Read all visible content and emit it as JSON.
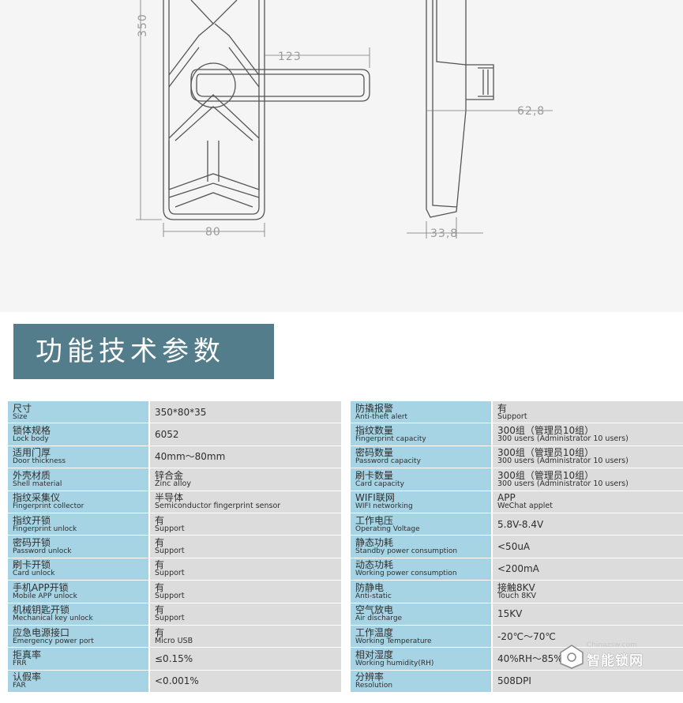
{
  "drawing": {
    "dim_height": "350",
    "dim_handle": "123",
    "dim_width": "80",
    "dim_depth": "62,8",
    "dim_side": "33,8"
  },
  "section_title": "功能技术参数",
  "left_table": [
    {
      "label_cn": "尺寸",
      "label_en": "Size",
      "value_cn": "350*80*35",
      "value_en": ""
    },
    {
      "label_cn": "锁体规格",
      "label_en": "Lock body",
      "value_cn": "6052",
      "value_en": ""
    },
    {
      "label_cn": "适用门厚",
      "label_en": "Door thickness",
      "value_cn": "40mm～80mm",
      "value_en": ""
    },
    {
      "label_cn": "外壳材质",
      "label_en": "Shell material",
      "value_cn": "锌合金",
      "value_en": "Zinc alloy"
    },
    {
      "label_cn": "指纹采集仪",
      "label_en": "Fingerprint collector",
      "value_cn": "半导体",
      "value_en": "Semiconductor fingerprint sensor"
    },
    {
      "label_cn": "指纹开锁",
      "label_en": "Fingerprint unlock",
      "value_cn": "有",
      "value_en": "Support"
    },
    {
      "label_cn": "密码开锁",
      "label_en": "Password unlock",
      "value_cn": "有",
      "value_en": "Support"
    },
    {
      "label_cn": "刷卡开锁",
      "label_en": "Card unlock",
      "value_cn": "有",
      "value_en": "Support"
    },
    {
      "label_cn": "手机APP开锁",
      "label_en": "Mobile APP unlock",
      "value_cn": "有",
      "value_en": "Support"
    },
    {
      "label_cn": "机械钥匙开锁",
      "label_en": "Mechanical key unlock",
      "value_cn": "有",
      "value_en": "Support"
    },
    {
      "label_cn": "应急电源接口",
      "label_en": "Emergency  power port",
      "value_cn": "有",
      "value_en": "Micro USB"
    },
    {
      "label_cn": "拒真率",
      "label_en": "FRR",
      "value_cn": "≤0.15%",
      "value_en": ""
    },
    {
      "label_cn": "认假率",
      "label_en": "FAR",
      "value_cn": "<0.001%",
      "value_en": ""
    }
  ],
  "right_table": [
    {
      "label_cn": "防撬报警",
      "label_en": "Anti-theft alert",
      "value_cn": "有",
      "value_en": "Support"
    },
    {
      "label_cn": "指纹数量",
      "label_en": "Fingerprint capacity",
      "value_cn": "300组（管理员10组）",
      "value_en": "300 users (Administrator 10 users)"
    },
    {
      "label_cn": "密码数量",
      "label_en": "Password capacity",
      "value_cn": "300组（管理员10组）",
      "value_en": "300 users (Administrator 10 users)"
    },
    {
      "label_cn": "刷卡数量",
      "label_en": "Card capacity",
      "value_cn": "300组（管理员10组）",
      "value_en": "300 users (Administrator 10 users)"
    },
    {
      "label_cn": "WIFI联网",
      "label_en": "WIFI networking",
      "value_cn": "APP",
      "value_en": "WeChat applet"
    },
    {
      "label_cn": "工作电压",
      "label_en": "Operating Voltage",
      "value_cn": "5.8V-8.4V",
      "value_en": ""
    },
    {
      "label_cn": "静态功耗",
      "label_en": "Standby power consumption",
      "value_cn": "<50uA",
      "value_en": ""
    },
    {
      "label_cn": "动态功耗",
      "label_en": "Working power consumption",
      "value_cn": "<200mA",
      "value_en": ""
    },
    {
      "label_cn": "防静电",
      "label_en": "Anti-static",
      "value_cn": "接触8KV",
      "value_en": "Touch 8KV"
    },
    {
      "label_cn": "空气放电",
      "label_en": "Air discharge",
      "value_cn": "15KV",
      "value_en": ""
    },
    {
      "label_cn": "工作温度",
      "label_en": "Working Temperature",
      "value_cn": "-20℃～70℃",
      "value_en": ""
    },
    {
      "label_cn": "相对湿度",
      "label_en": "Working humidity(RH)",
      "value_cn": "40%RH～85%RH",
      "value_en": ""
    },
    {
      "label_cn": "分辨率",
      "label_en": "Resolution",
      "value_cn": "508DPI",
      "value_en": ""
    }
  ],
  "watermark": {
    "url": "Chinazsw.com",
    "text": "智能锁网"
  }
}
